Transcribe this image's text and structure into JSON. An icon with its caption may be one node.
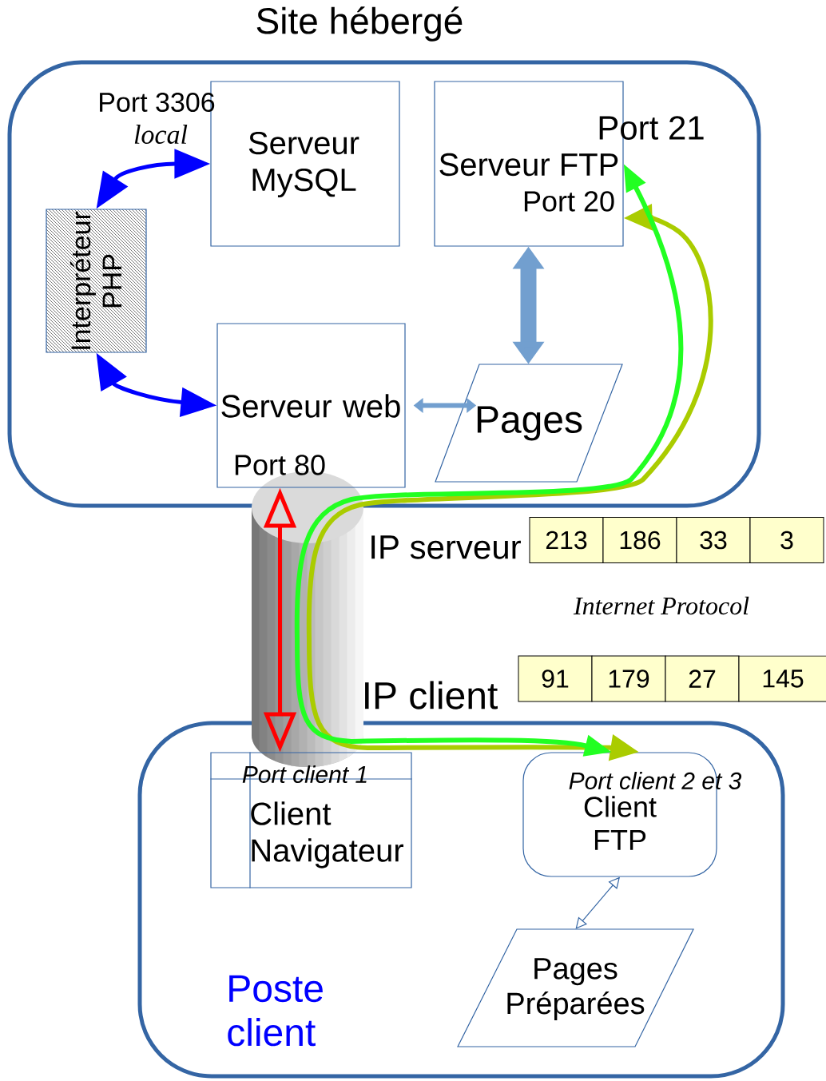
{
  "diagram": {
    "nodes": [
      {
        "text": [
          "Site hébergé"
        ]
      },
      {
        "text": [
          "Serveur MySQL"
        ],
        "in": 0,
        "beside": [
          "Port 3306",
          "local"
        ]
      },
      {
        "text": [
          "Port 21",
          "Serveur FTP",
          "Port 20"
        ],
        "in": 0
      },
      {
        "text": [
          "Interpréteur PHP"
        ],
        "in": 0
      },
      {
        "text": [
          "Serveur web",
          "Port 80"
        ],
        "in": 0
      },
      {
        "text": [
          "Pages"
        ],
        "in": 0
      },
      {
        "text": [
          "Poste client"
        ]
      },
      {
        "text": [
          "Port client 1",
          "Client Navigateur"
        ],
        "in": 6
      },
      {
        "text": [
          "Port client 2 et 3",
          "Client FTP"
        ],
        "in": 6
      },
      {
        "text": [
          "Pages Préparées"
        ],
        "in": 6
      }
    ],
    "edges": [
      {
        "from": 3,
        "to": 1,
        "arrow": "both",
        "color": "#0000ff"
      },
      {
        "from": 3,
        "to": 4,
        "arrow": "both",
        "color": "#0000ff"
      },
      {
        "from": 2,
        "to": 5,
        "arrow": "both",
        "style": "thick",
        "color": "#729fcf"
      },
      {
        "from": 4,
        "to": 5,
        "arrow": "both",
        "color": "#729fcf"
      },
      {
        "from": 8,
        "to": 9,
        "arrow": "both",
        "color": "#3465a4"
      },
      {
        "from": 4,
        "to": 7,
        "arrow": "both",
        "color": "#ff0000"
      },
      {
        "from": 8,
        "to": 2,
        "arrow": "both",
        "color": "#22ff22"
      },
      {
        "from": 8,
        "to": 2,
        "arrow": "both",
        "color": "#aacc00"
      }
    ],
    "labels": [
      "IP serveur",
      "213",
      "186",
      "33",
      "3",
      "Internet Protocol",
      "IP client",
      "91",
      "179",
      "27",
      "145"
    ]
  }
}
